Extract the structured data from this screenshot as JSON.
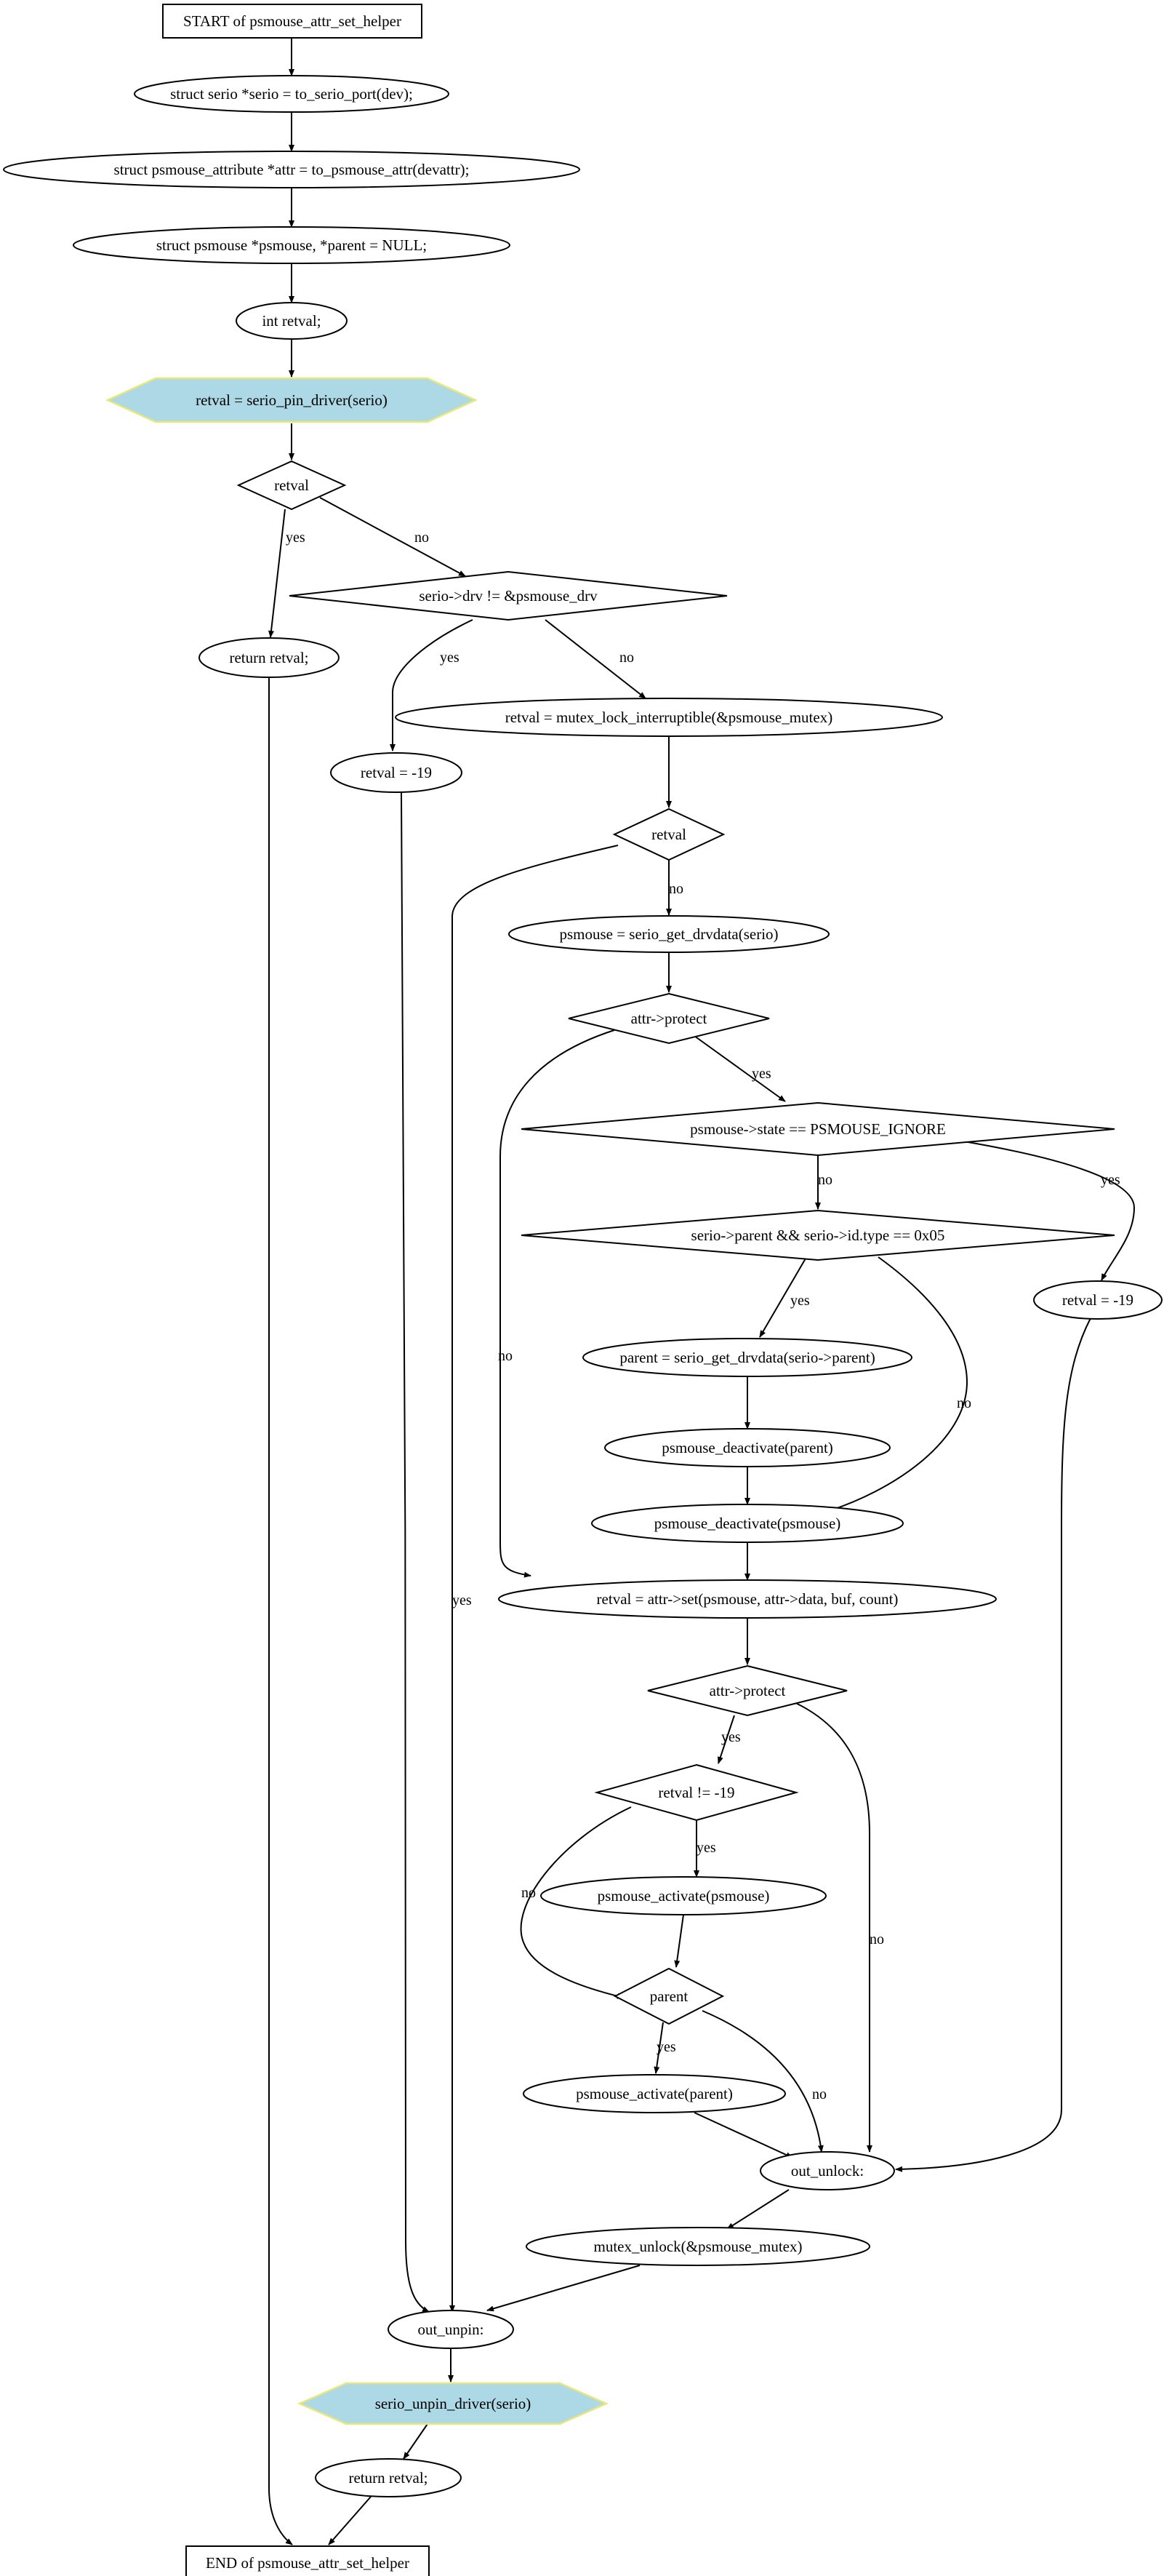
{
  "nodes": {
    "start": "START of psmouse_attr_set_helper",
    "n_serio": "struct serio *serio = to_serio_port(dev);",
    "n_attr": "struct psmouse_attribute *attr = to_psmouse_attr(devattr);",
    "n_psmouse": "struct psmouse *psmouse, *parent = NULL;",
    "n_int": "int retval;",
    "n_pin": "retval = serio_pin_driver(serio)",
    "d_retval1": "retval",
    "d_drv": "serio->drv != &psmouse_drv",
    "n_return1": "return retval;",
    "n_lock": "retval = mutex_lock_interruptible(&psmouse_mutex)",
    "n_retval19a": "retval = -19",
    "d_retval2": "retval",
    "n_getdrv": "psmouse = serio_get_drvdata(serio)",
    "d_protect1": "attr->protect",
    "d_state": "psmouse->state == PSMOUSE_IGNORE",
    "d_parent": "serio->parent && serio->id.type == 0x05",
    "n_retval19b": "retval = -19",
    "n_parentget": "parent = serio_get_drvdata(serio->parent)",
    "n_deact_parent": "psmouse_deactivate(parent)",
    "n_deact_psmouse": "psmouse_deactivate(psmouse)",
    "n_set": "retval = attr->set(psmouse, attr->data, buf, count)",
    "d_protect2": "attr->protect",
    "d_retneq": "retval != -19",
    "n_act_psmouse": "psmouse_activate(psmouse)",
    "d_parent2": "parent",
    "n_act_parent": "psmouse_activate(parent)",
    "n_out_unlock": "out_unlock:",
    "n_mutex_unlock": "mutex_unlock(&psmouse_mutex)",
    "n_out_unpin": "out_unpin:",
    "n_unpin": "serio_unpin_driver(serio)",
    "n_return2": "return retval;",
    "end": "END of psmouse_attr_set_helper"
  },
  "edge_labels": {
    "retval1_yes": "yes",
    "retval1_no": "no",
    "drv_yes": "yes",
    "drv_no": "no",
    "retval2_no": "no",
    "retval2_yes": "yes",
    "protect1_yes": "yes",
    "protect1_no": "no",
    "state_no": "no",
    "state_yes": "yes",
    "parent_yes": "yes",
    "parent_no": "no",
    "protect2_yes": "yes",
    "protect2_no": "no",
    "retneq_yes": "yes",
    "retneq_no": "no",
    "parent2_yes": "yes",
    "parent2_no": "no"
  },
  "colors": {
    "highlight_fill": "#add8e6",
    "highlight_stroke": "#e8e87a"
  }
}
